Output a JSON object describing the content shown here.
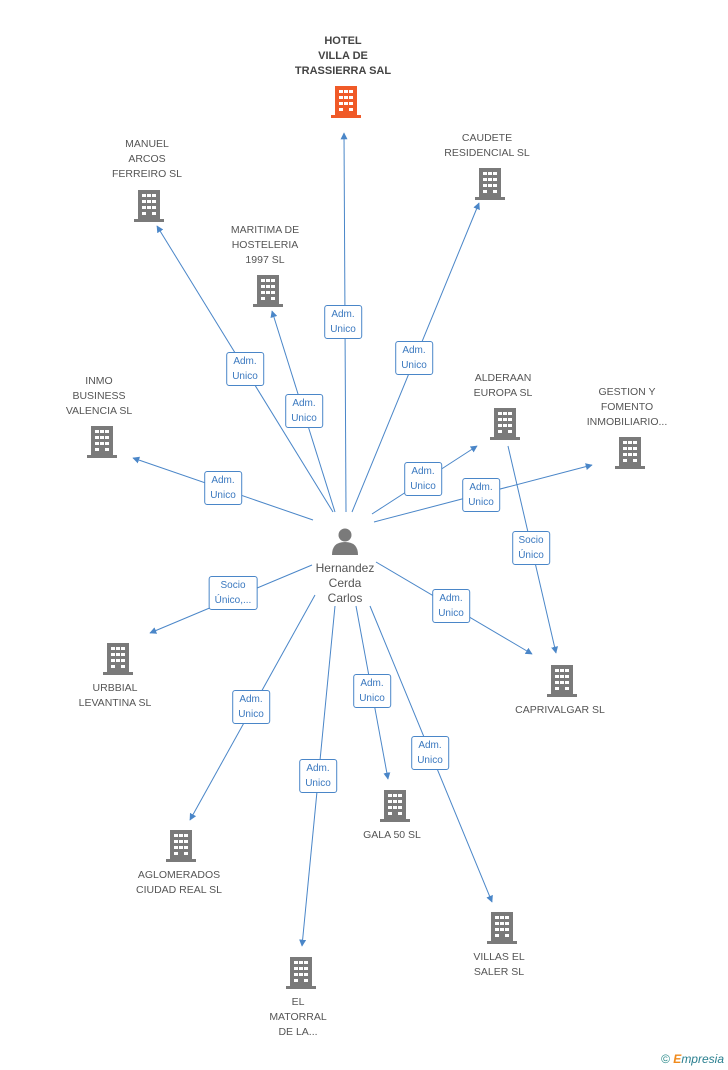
{
  "person": {
    "label": "Hernandez\nCerda\nCarlos",
    "color": "#7a7a7a"
  },
  "colors": {
    "edge": "#4a86c8",
    "building": "#7a7a7a",
    "focus_building": "#f05a28"
  },
  "companies": [
    {
      "id": "hotel",
      "label": "HOTEL\nVILLA DE\nTRASSIERRA SAL",
      "focus": true
    },
    {
      "id": "manuel",
      "label": "MANUEL\nARCOS\nFERREIRO SL"
    },
    {
      "id": "caudete",
      "label": "CAUDETE\nRESIDENCIAL SL"
    },
    {
      "id": "maritima",
      "label": "MARITIMA DE\nHOSTELERIA\n1997 SL"
    },
    {
      "id": "inmo",
      "label": "INMO\nBUSINESS\nVALENCIA SL"
    },
    {
      "id": "alderaan",
      "label": "ALDERAAN\nEUROPA SL"
    },
    {
      "id": "gestion",
      "label": "GESTION Y\nFOMENTO\nINMOBILIARIO..."
    },
    {
      "id": "urbbial",
      "label": "URBBIAL\nLEVANTINA SL"
    },
    {
      "id": "caprivalgar",
      "label": "CAPRIVALGAR SL"
    },
    {
      "id": "gala",
      "label": "GALA 50 SL"
    },
    {
      "id": "aglomerados",
      "label": "AGLOMERADOS\nCIUDAD REAL SL"
    },
    {
      "id": "villas",
      "label": "VILLAS EL\nSALER SL"
    },
    {
      "id": "matorral",
      "label": "EL\nMATORRAL\nDE LA..."
    }
  ],
  "relations": [
    {
      "to": "hotel",
      "label": "Adm.\nUnico"
    },
    {
      "to": "manuel",
      "label": "Adm.\nUnico"
    },
    {
      "to": "caudete",
      "label": "Adm.\nUnico"
    },
    {
      "to": "maritima",
      "label": "Adm.\nUnico"
    },
    {
      "to": "inmo",
      "label": "Adm.\nUnico"
    },
    {
      "to": "alderaan",
      "label": "Adm.\nUnico"
    },
    {
      "to": "gestion",
      "label": "Adm.\nUnico"
    },
    {
      "to": "urbbial",
      "label": "Socio\nÚnico,..."
    },
    {
      "to": "caprivalgar",
      "label": "Adm.\nUnico"
    },
    {
      "from": "alderaan",
      "to": "caprivalgar",
      "label": "Socio\nÚnico"
    },
    {
      "to": "gala",
      "label": "Adm.\nUnico"
    },
    {
      "to": "aglomerados",
      "label": "Adm.\nUnico"
    },
    {
      "to": "villas",
      "label": "Adm.\nUnico"
    },
    {
      "to": "matorral",
      "label": "Adm.\nUnico"
    }
  ],
  "brand": {
    "copyright": "©",
    "e": "E",
    "rest": "mpresia"
  }
}
